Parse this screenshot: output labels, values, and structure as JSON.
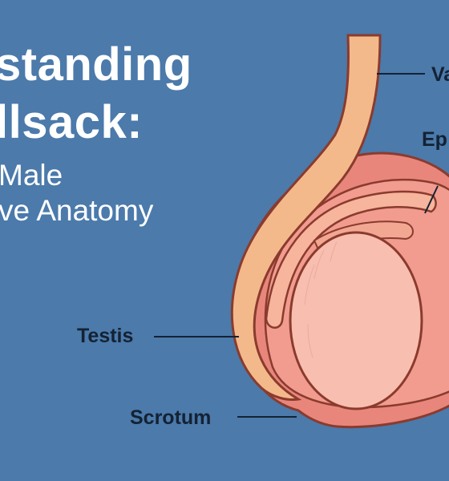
{
  "title": {
    "line1": "standing",
    "line2": "llsack:"
  },
  "subtitle": {
    "line1": "Male",
    "line2": "ve Anatomy"
  },
  "labels": {
    "vas": "Va",
    "epididymis": "Ep",
    "testis": "Testis",
    "scrotum": "Scrotum"
  },
  "colors": {
    "background": "#4b7aab",
    "scrotum": "#e9867c",
    "testis": "#f8beb0",
    "vas_deferens": "#f4b98a",
    "outline": "#8a3b2e"
  }
}
